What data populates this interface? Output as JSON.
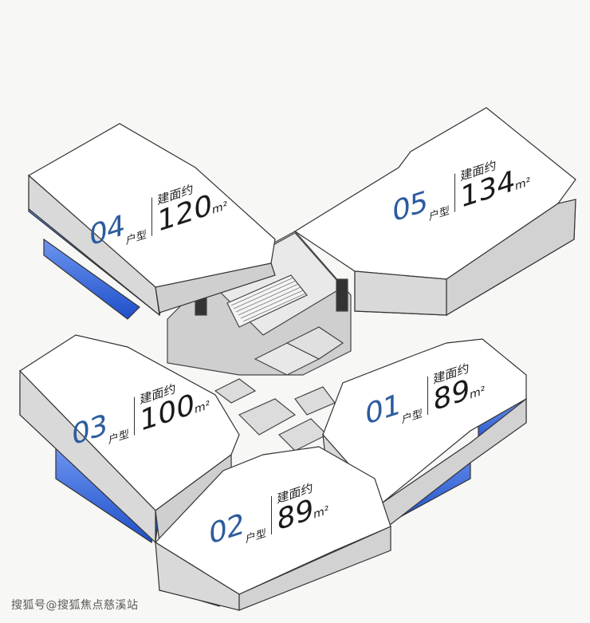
{
  "units": [
    {
      "id": "u04",
      "number": "04",
      "type_label": "户型",
      "area_label": "建面约",
      "area": "120",
      "unit": "m²"
    },
    {
      "id": "u05",
      "number": "05",
      "type_label": "户型",
      "area_label": "建面约",
      "area": "134",
      "unit": "m²"
    },
    {
      "id": "u03",
      "number": "03",
      "type_label": "户型",
      "area_label": "建面约",
      "area": "100",
      "unit": "m²"
    },
    {
      "id": "u01",
      "number": "01",
      "type_label": "户型",
      "area_label": "建面约",
      "area": "89",
      "unit": "m²"
    },
    {
      "id": "u02",
      "number": "02",
      "type_label": "户型",
      "area_label": "建面约",
      "area": "89",
      "unit": "m²"
    }
  ],
  "watermark": "搜狐号@搜狐焦点慈溪站",
  "colors": {
    "window_blue": "#2f63d8",
    "roof": "#ffffff",
    "wall": "#d6d6d6",
    "outline": "#333333",
    "accent_number": "#2c5c9e"
  }
}
